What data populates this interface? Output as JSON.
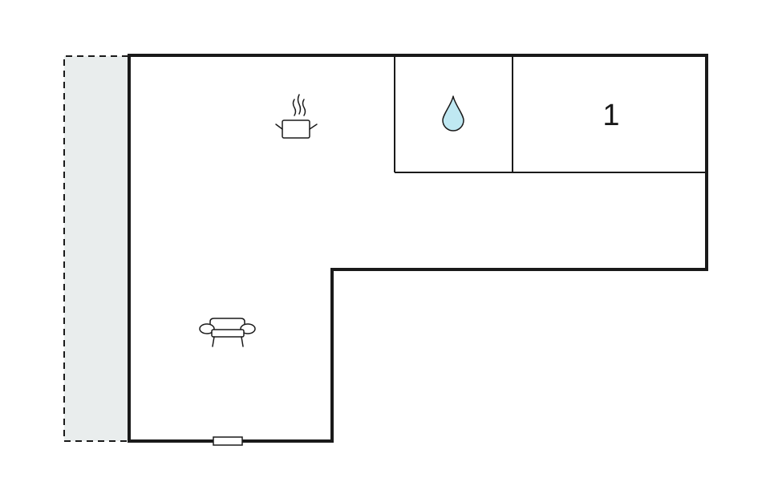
{
  "floorplan": {
    "colors": {
      "wall": "#1a1a1a",
      "terrace_fill": "#e9eded",
      "water_fill": "#bfe8f2",
      "background": "#ffffff"
    },
    "rooms": [
      {
        "id": "kitchen-living",
        "icons": [
          "cooking-pot-icon",
          "armchair-icon"
        ]
      },
      {
        "id": "bathroom",
        "icons": [
          "water-drop-icon"
        ]
      },
      {
        "id": "bedroom",
        "label": "1"
      }
    ],
    "outdoor": {
      "id": "terrace",
      "style": "dashed"
    },
    "openings": [
      {
        "type": "window",
        "location": "bottom-wall"
      }
    ]
  }
}
